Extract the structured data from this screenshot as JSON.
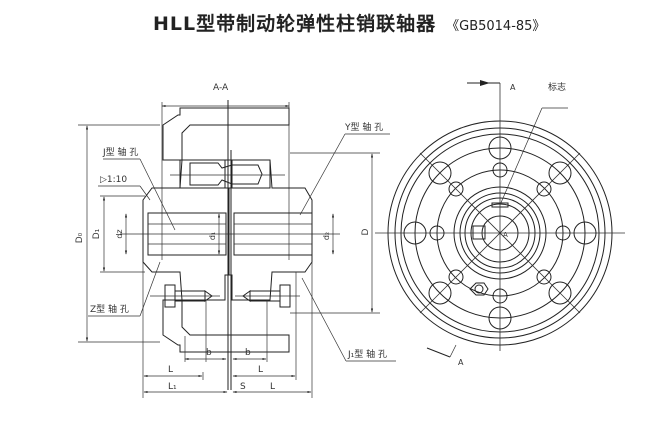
{
  "title": {
    "main": "HLL型带制动轮弹性柱销联轴器",
    "standard": "《GB5014-85》"
  },
  "section_view": {
    "section_label": "A-A",
    "callouts": {
      "j_bore": "J型 轴 孔",
      "taper": "▷1:10",
      "z_bore": "Z型 轴 孔",
      "y_bore": "Y型 轴 孔",
      "j1_bore": "J₁型 轴 孔"
    },
    "dimensions": {
      "d0": "D₀",
      "d1": "D₁",
      "dz": "dz",
      "d1_bore": "d₁",
      "d2_bore": "d₂",
      "D": "D",
      "b_left": "b",
      "b_right": "b",
      "L_left": "L",
      "L1": "L₁",
      "L_right": "L",
      "S": "S",
      "L_far": "L"
    }
  },
  "end_view": {
    "marker_label": "标志",
    "section_mark_top": "A",
    "section_mark_bottom": "A",
    "center_label": "A"
  }
}
